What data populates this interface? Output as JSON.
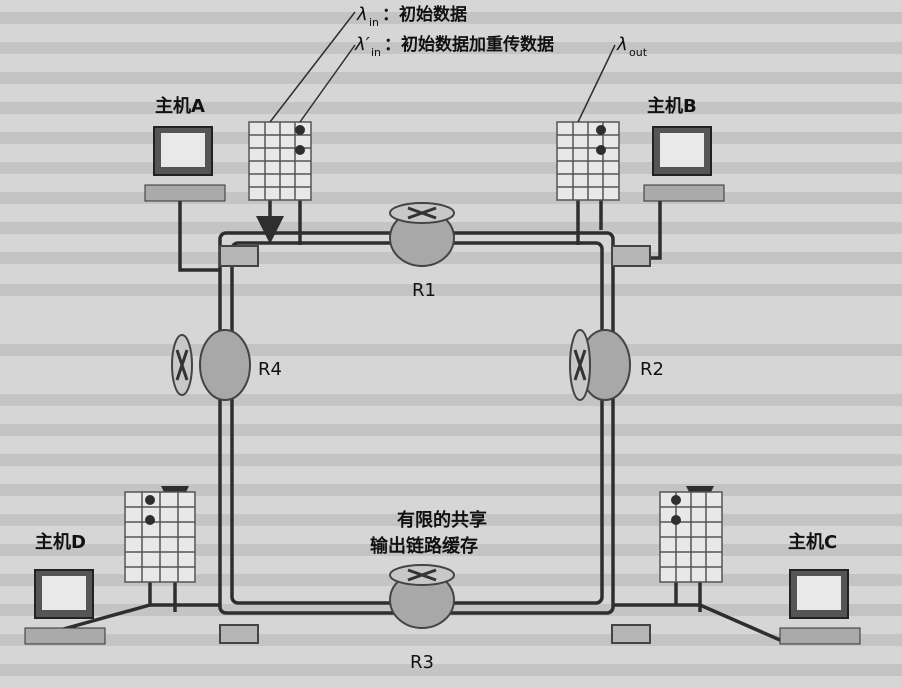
{
  "legend": {
    "lambda_in": "λ",
    "lambda_in_sub": "in",
    "lambda_in_text": "：初始数据",
    "lambda_in_prime": "λ′",
    "lambda_in_prime_sub": "in",
    "lambda_in_prime_text": "：初始数据加重传数据",
    "lambda_out": "λ",
    "lambda_out_sub": "out"
  },
  "hosts": {
    "a": "主机A",
    "b": "主机B",
    "c": "主机C",
    "d": "主机D"
  },
  "routers": {
    "r1": "R1",
    "r2": "R2",
    "r3": "R3",
    "r4": "R4"
  },
  "center_label": {
    "line1": "有限的共享",
    "line2": "输出链路缓存"
  },
  "colors": {
    "background": "#d6d6d6",
    "path": "#2e2e2e",
    "router_fill": "#a8a8a8"
  }
}
